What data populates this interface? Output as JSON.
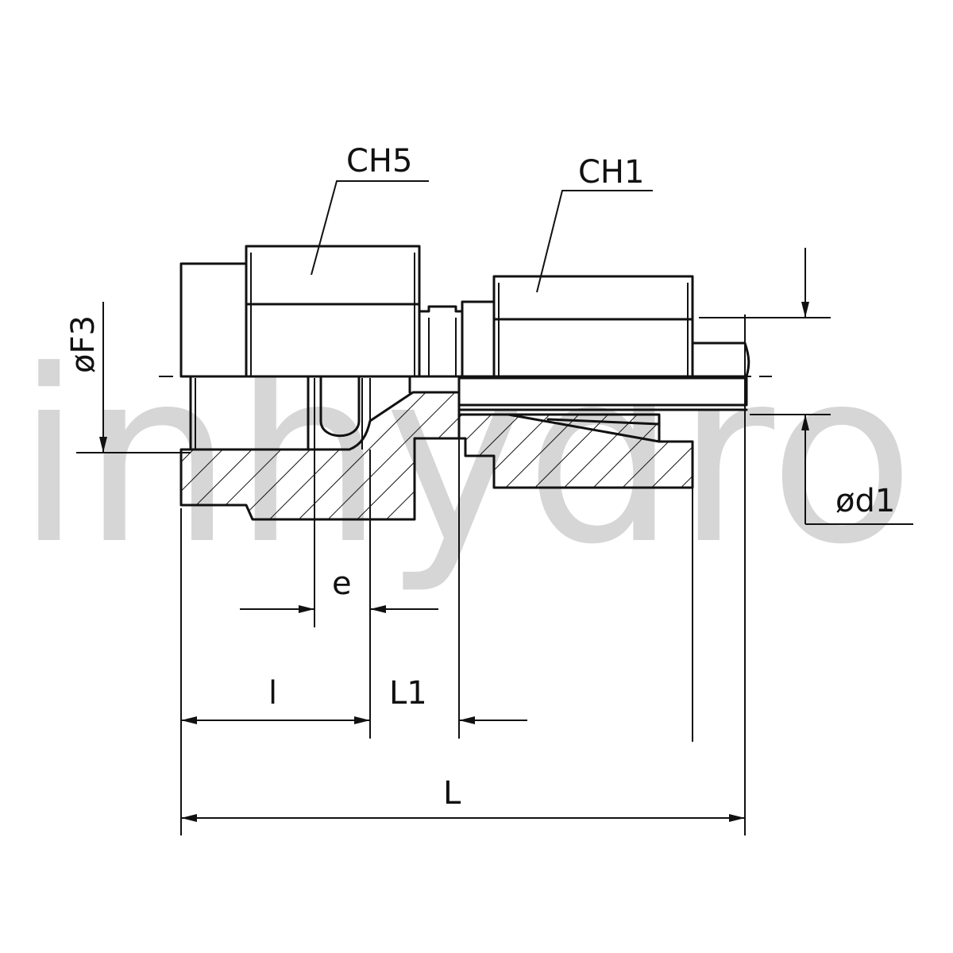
{
  "watermark": {
    "text": "inhydro",
    "color": "#d6d6d6"
  },
  "labels": {
    "ch5": "CH5",
    "ch1": "CH1",
    "f3": "øF3",
    "d1": "ød1",
    "e": "e",
    "l": "l",
    "l1": "L1",
    "L": "L"
  },
  "colors": {
    "line": "#111111",
    "background": "#ffffff"
  }
}
